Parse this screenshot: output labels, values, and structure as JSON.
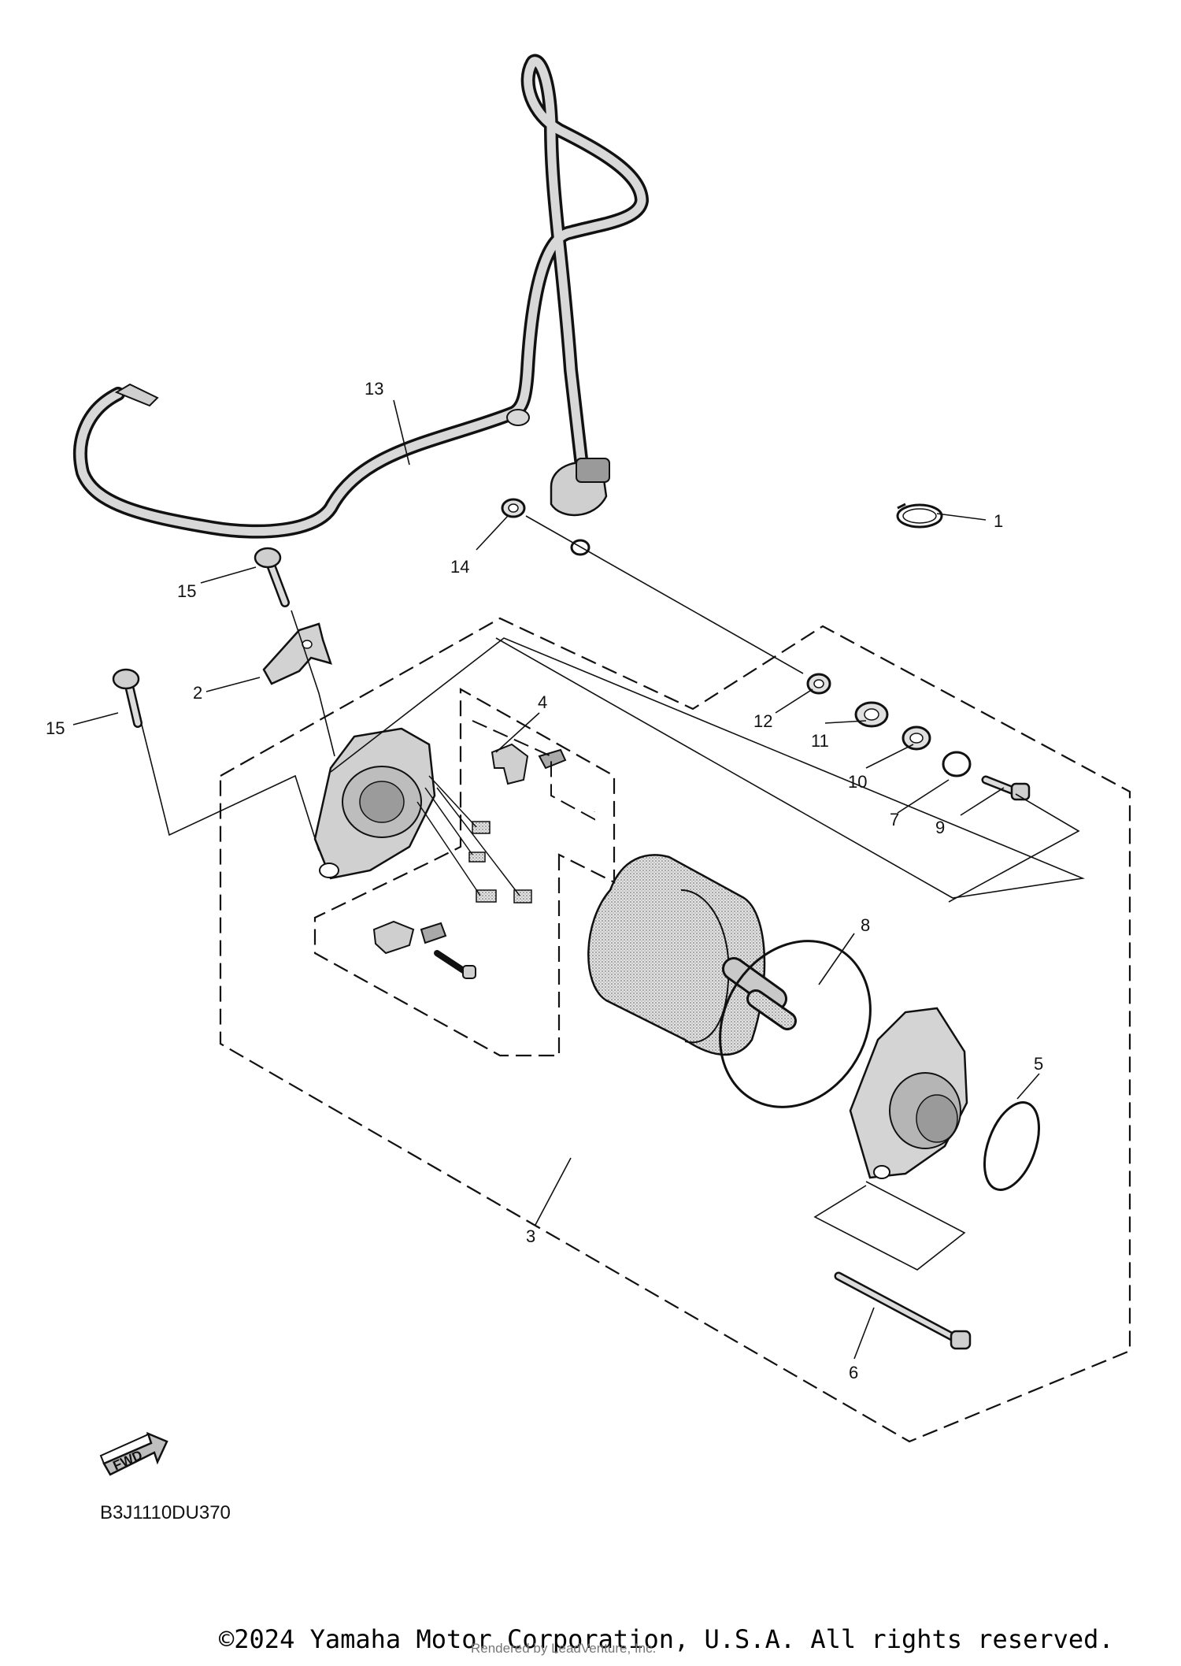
{
  "diagram": {
    "callouts": [
      "1",
      "2",
      "3",
      "4",
      "5",
      "6",
      "7",
      "8",
      "9",
      "10",
      "11",
      "12",
      "13",
      "14",
      "15",
      "15"
    ],
    "diagram_code": "B3J1110DU370",
    "fwd_label": "FWD"
  },
  "footer": {
    "copyright": "©2024 Yamaha Motor Corporation, U.S.A. All rights reserved.",
    "rendered_by": "Rendered by LeadVenture, Inc."
  },
  "colors": {
    "ink": "#111111",
    "part_fill": "#d6d6d6",
    "part_shade": "#a8a8a8"
  }
}
